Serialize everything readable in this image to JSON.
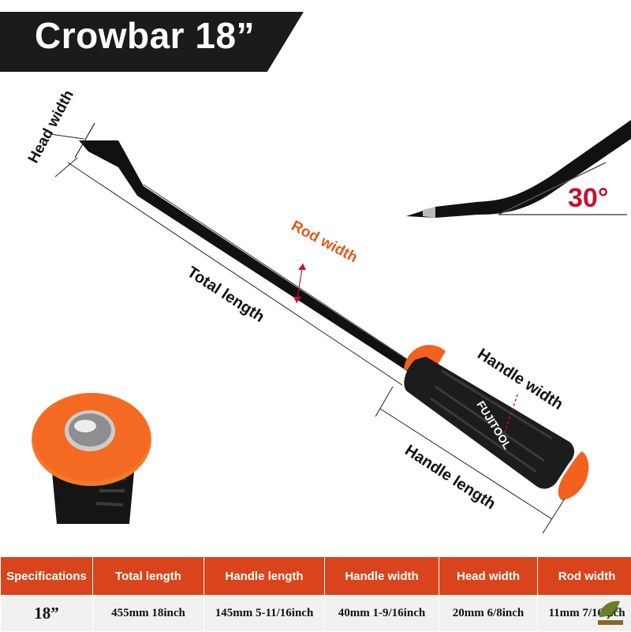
{
  "title": "Crowbar  18”",
  "labels": {
    "head_width": "Head width",
    "rod_width": "Rod width",
    "total_length": "Total length",
    "handle_width": "Handle width",
    "handle_length": "Handle length",
    "angle": "30°",
    "brand": "FUJITOOL"
  },
  "colors": {
    "accent_orange": "#f2611d",
    "header_red": "#d9441c",
    "angle_red": "#c8102e",
    "rod_black": "#111111"
  },
  "table": {
    "headers": [
      "Specifications",
      "Total length",
      "Handle length",
      "Handle width",
      "Head width",
      "Rod width"
    ],
    "row": [
      "18”",
      "455mm 18inch",
      "145mm 5-11/16inch",
      "40mm 1-9/16inch",
      "20mm 6/8inch",
      "11mm 7/16inch"
    ]
  },
  "watermark_icon": "logo-icon"
}
